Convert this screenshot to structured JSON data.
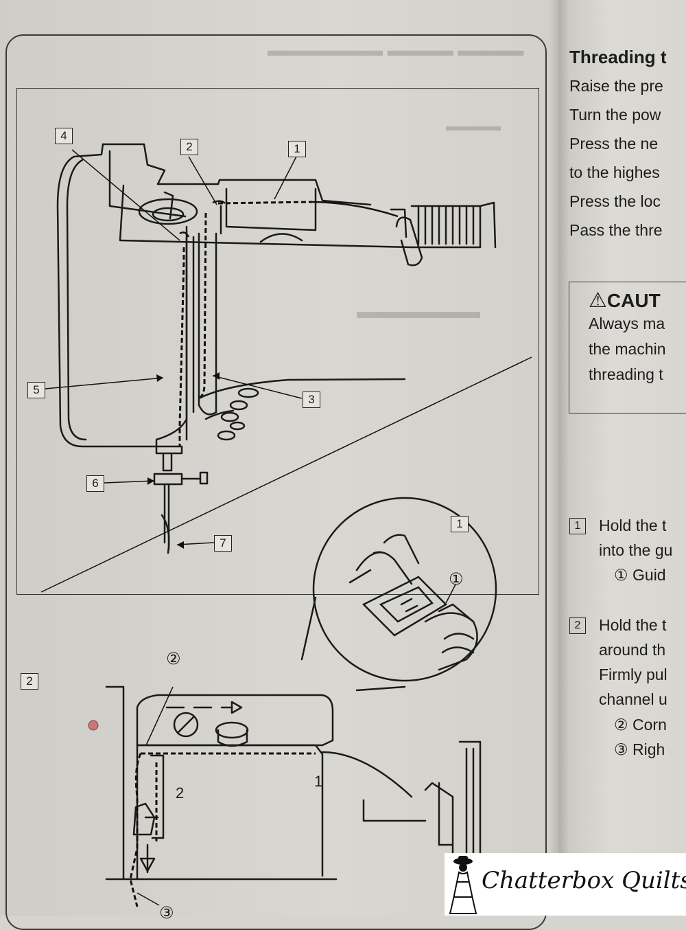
{
  "left_page": {
    "callouts": [
      "1",
      "2",
      "3",
      "4",
      "5",
      "6",
      "7"
    ],
    "inset_callout": "1",
    "inset_circled": "①",
    "fig2_label": "2",
    "fig2_circled_top": "②",
    "fig2_circled_bottom": "③",
    "fig2_num_1": "1",
    "fig2_num_2": "2"
  },
  "right_page": {
    "title": "Threading t",
    "lines": [
      "Raise the pre",
      "Turn the pow",
      "Press the ne",
      "to the highes",
      "Press the loc",
      "Pass the thre"
    ],
    "caution": {
      "heading": "CAUT",
      "lines": [
        "Always ma",
        "the machin",
        "threading t"
      ]
    },
    "steps": [
      {
        "num": "1",
        "lines": [
          "Hold the t",
          "into the gu"
        ],
        "subs": [
          "① Guid"
        ]
      },
      {
        "num": "2",
        "lines": [
          "Hold the t",
          "around th",
          "Firmly pul",
          "channel u"
        ],
        "subs": [
          "② Corn",
          "③ Righ"
        ]
      }
    ]
  },
  "logo": {
    "text": "Chatterbox Quilts"
  }
}
